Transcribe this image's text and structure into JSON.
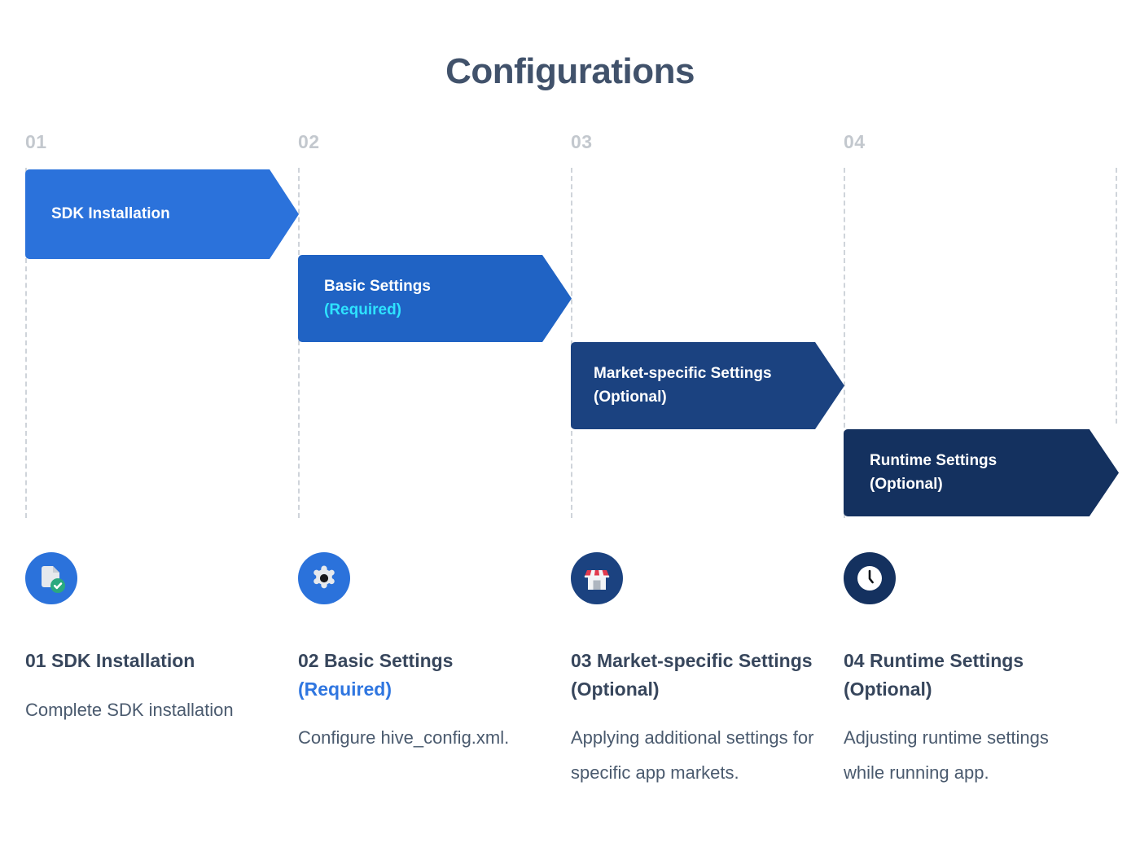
{
  "header": {
    "title": "Configurations"
  },
  "colors": {
    "title": "#41526b",
    "step_number": "#c3c8ce",
    "guide_line": "#cfd4da",
    "arrow_1": "#2b72db",
    "arrow_2": "#2063c4",
    "arrow_3": "#1b4280",
    "arrow_4": "#14315f",
    "required_accent_on_arrow": "#2ee3ff",
    "required_accent_in_legend": "#2f76e0",
    "heading_text": "#37465c",
    "body_text": "#4a5a6e"
  },
  "steps": [
    {
      "number": "01",
      "arrow_title": "SDK Installation",
      "arrow_subtitle": "",
      "arrow_subtitle_style": "none",
      "icon": "document-check-icon",
      "legend_heading_main": "01 SDK Installation",
      "legend_heading_suffix": "",
      "legend_suffix_style": "none",
      "legend_description": "Complete SDK installation"
    },
    {
      "number": "02",
      "arrow_title": "Basic Settings",
      "arrow_subtitle": "(Required)",
      "arrow_subtitle_style": "highlight",
      "icon": "gear-icon",
      "legend_heading_main": "02 Basic Settings",
      "legend_heading_suffix": "(Required)",
      "legend_suffix_style": "accent",
      "legend_description": "Configure hive_config.xml."
    },
    {
      "number": "03",
      "arrow_title": "Market-specific Settings",
      "arrow_subtitle": "(Optional)",
      "arrow_subtitle_style": "plain",
      "icon": "storefront-icon",
      "legend_heading_main": "03 Market-specific Settings (Optional)",
      "legend_heading_suffix": "",
      "legend_suffix_style": "none",
      "legend_description": "Applying additional settings for specific app markets."
    },
    {
      "number": "04",
      "arrow_title": "Runtime Settings",
      "arrow_subtitle": "(Optional)",
      "arrow_subtitle_style": "plain",
      "icon": "clock-icon",
      "legend_heading_main": "04 Runtime Settings (Optional)",
      "legend_heading_suffix": "",
      "legend_suffix_style": "none",
      "legend_description": "Adjusting runtime settings while running app."
    }
  ]
}
